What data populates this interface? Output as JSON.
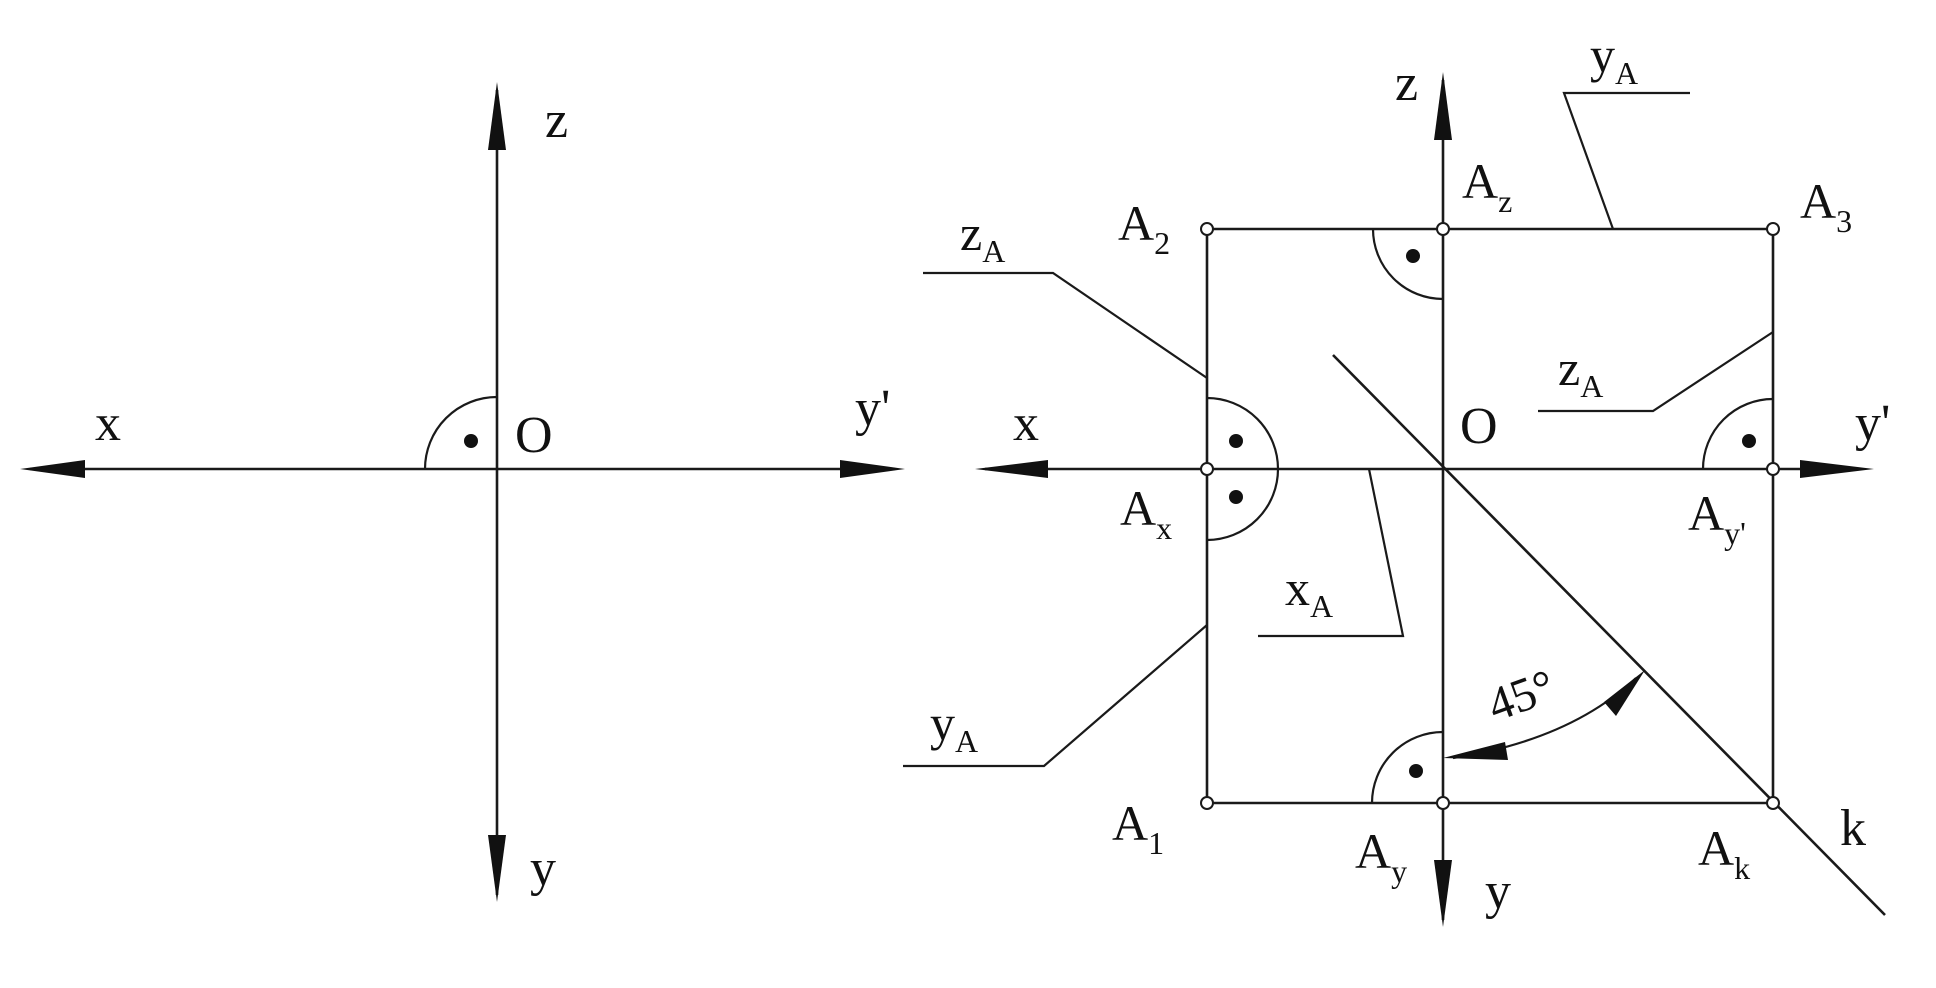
{
  "colors": {
    "ink": "#111111",
    "background": "#ffffff"
  },
  "left_figure": {
    "axis_x": "x",
    "axis_y_prime": "y'",
    "axis_z": "z",
    "axis_y": "y",
    "origin": "O"
  },
  "right_figure": {
    "axis_x": "x",
    "axis_y_prime": "y'",
    "axis_z": "z",
    "axis_y": "y",
    "origin": "O",
    "points": {
      "A2": {
        "base": "A",
        "sub": "2"
      },
      "Az": {
        "base": "A",
        "sub": "z"
      },
      "A3": {
        "base": "A",
        "sub": "3"
      },
      "Ax": {
        "base": "A",
        "sub": "x"
      },
      "Ayp": {
        "base": "A",
        "sub": "y'"
      },
      "A1": {
        "base": "A",
        "sub": "1"
      },
      "Ay": {
        "base": "A",
        "sub": "y"
      },
      "Ak": {
        "base": "A",
        "sub": "k"
      }
    },
    "callouts": {
      "yA_top": {
        "base": "y",
        "sub": "A"
      },
      "zA_left": {
        "base": "z",
        "sub": "A"
      },
      "zA_right": {
        "base": "z",
        "sub": "A"
      },
      "xA": {
        "base": "x",
        "sub": "A"
      },
      "yA_left": {
        "base": "y",
        "sub": "A"
      }
    },
    "angle_label": "45°",
    "line_label": "k"
  }
}
